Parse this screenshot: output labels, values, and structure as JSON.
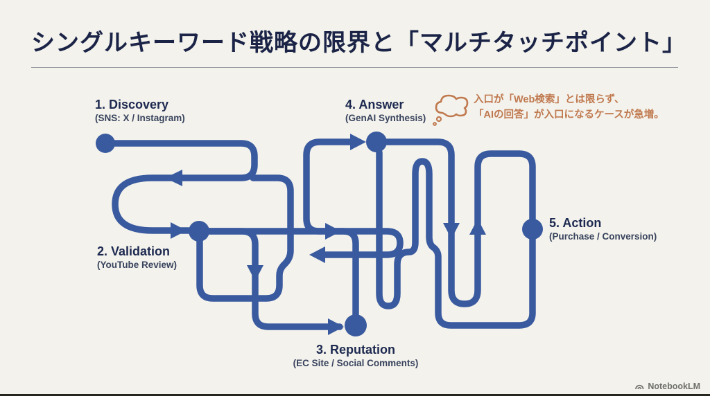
{
  "slide": {
    "title": "シングルキーワード戦略の限界と「マルチタッチポイント」",
    "background_color": "#f3f2ec",
    "accent_blue": "#3a5a9f",
    "heading_navy": "#1d2950",
    "annotation_orange": "#c0794f"
  },
  "journey": {
    "steps": [
      {
        "num_label": "1. Discovery",
        "sub": "(SNS: X / Instagram)"
      },
      {
        "num_label": "2. Validation",
        "sub": "(YouTube Review)"
      },
      {
        "num_label": "3. Reputation",
        "sub": "(EC Site / Social Comments)"
      },
      {
        "num_label": "4. Answer",
        "sub": "(GenAI Synthesis)"
      },
      {
        "num_label": "5. Action",
        "sub": "(Purchase / Conversion)"
      }
    ]
  },
  "annotation": {
    "line1": "入口が「Web検索」とは限らず、",
    "line2": "「AIの回答」が入口になるケースが急増。"
  },
  "footer": {
    "brand": "NotebookLM"
  }
}
